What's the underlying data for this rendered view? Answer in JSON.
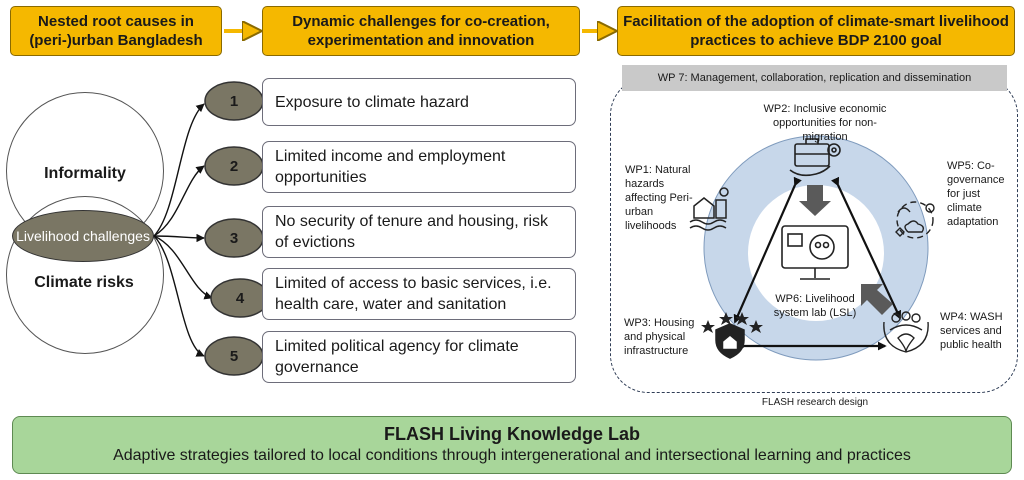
{
  "headers": {
    "root_causes": "Nested root causes in (peri-)urban Bangladesh",
    "challenges": "Dynamic challenges for co-creation, experimentation and innovation",
    "facilitation": "Facilitation of the adoption of climate-smart livelihood practices to achieve BDP 2100 goal"
  },
  "venn": {
    "informality": "Informality",
    "climate_risks": "Climate risks",
    "livelihood_challenges": "Livelihood challenges"
  },
  "challenges": [
    {
      "number": "1",
      "text": "Exposure to climate hazard"
    },
    {
      "number": "2",
      "text": "Limited income and employment opportunities"
    },
    {
      "number": "3",
      "text": "No security of tenure and housing, risk of evictions"
    },
    {
      "number": "4",
      "text": "Limited of access to basic services, i.e. health care, water and sanitation"
    },
    {
      "number": "5",
      "text": "Limited political agency for climate governance"
    }
  ],
  "research_design": {
    "wp7": "WP 7: Management, collaboration, replication and dissemination",
    "wp1": "WP1: Natural hazards affecting Peri-urban livelihoods",
    "wp2": "WP2: Inclusive economic opportunities for non-migration",
    "wp3": "WP3: Housing and physical infrastructure",
    "wp4": "WP4: WASH services and public health",
    "wp5": "WP5: Co-governance for just climate adaptation",
    "wp6": "WP6: Livelihood system lab (LSL)",
    "caption": "FLASH research design"
  },
  "footer": {
    "title": "FLASH Living Knowledge Lab",
    "subtitle": "Adaptive strategies tailored to local conditions through intergenerational and intersectional learning and practices"
  },
  "colors": {
    "header_fill": "#f5b800",
    "challenge_oval": "#7a7664",
    "circle_fill": "#c7d7ea",
    "footer_fill": "#a8d69a",
    "arrow_dark": "#555555"
  },
  "icons": [
    "briefcase-gear-hand-icon",
    "flood-house-icon",
    "computer-people-gear-icon",
    "shield-house-stars-icon",
    "family-heart-hands-icon",
    "climate-cycle-icon"
  ]
}
